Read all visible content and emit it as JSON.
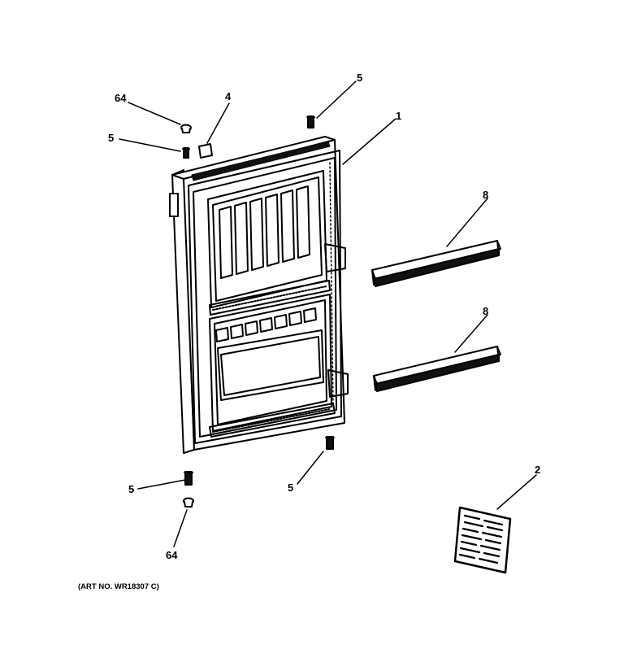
{
  "diagram": {
    "callouts": {
      "upper_left_plug": "64",
      "top_cap": "4",
      "upper_left_screw": "5",
      "upper_right_screw": "5",
      "door": "1",
      "upper_shelf_bar": "8",
      "lower_shelf_bar": "8",
      "lower_left_screw": "5",
      "lower_left_plug": "64",
      "lower_center_screw": "5",
      "instruction_label": "2"
    },
    "art_number": "(ART NO. WR18307 C)"
  }
}
